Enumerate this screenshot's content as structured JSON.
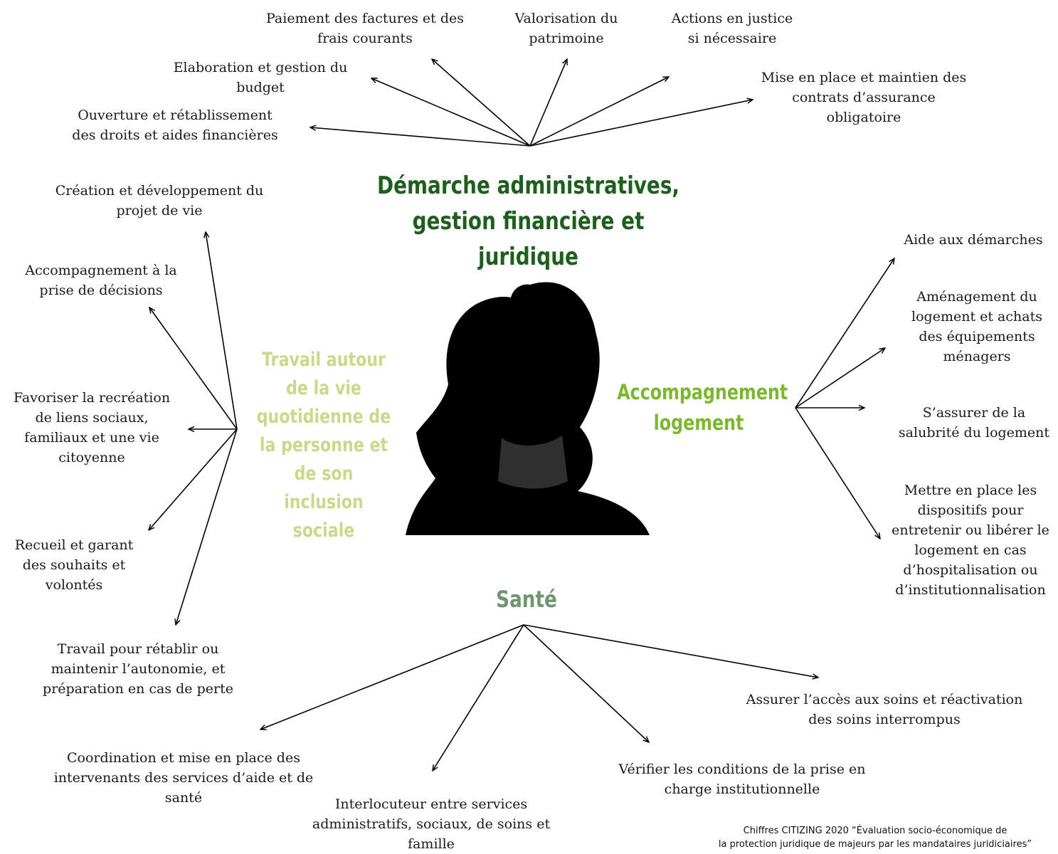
{
  "categories": {
    "admin": "Démarche administratives,\ngestion financière et juridique",
    "daily": "Travail autour\nde la vie\nquotidienne de\nla personne et\nde son inclusion\nsociale",
    "housing": "Accompagnement\nlogement",
    "health": "Santé"
  },
  "colors": {
    "admin": "#1e5f1e",
    "daily": "#c9d98a",
    "housing": "#7cb82e",
    "health": "#6f9670",
    "silhouette": "#000000",
    "neck_shadow": "#2f2f2f"
  },
  "admin_items": [
    "Paiement des factures et des\nfrais courants",
    "Valorisation du\npatrimoine",
    "Actions en justice\nsi nécessaire",
    "Elaboration et gestion du\nbudget",
    "Mise en place et maintien des\ncontrats d’assurance\nobligatoire",
    "Ouverture et rétablissement\ndes droits et aides financières"
  ],
  "daily_items": [
    "Création et développement du\nprojet de vie",
    "Accompagnement à la\nprise de décisions",
    "Favoriser la recréation\nde liens sociaux,\nfamiliaux et une vie\ncitoyenne",
    "Recueil et garant\ndes souhaits et\nvolontés",
    "Travail pour rétablir ou\nmaintenir l’autonomie, et\npréparation en cas de perte"
  ],
  "housing_items": [
    "Aide aux démarches",
    "Aménagement du\nlogement et achats\ndes équipements\nménagers",
    "S’assurer de la\nsalubrité du logement",
    "Mettre en place les\ndispositifs pour\nentretenir ou libérer le\nlogement en cas\nd’hospitalisation ou\nd’institutionnalisation"
  ],
  "health_items": [
    "Assurer l’accès aux soins et réactivation\ndes soins interrompus",
    "Coordination et mise en place des\nintervenants des services d’aide et de\nsanté",
    "Vérifier les conditions de la prise en\ncharge institutionnelle",
    "Interlocuteur entre services\nadministratifs, sociaux, de soins et\nfamille"
  ],
  "footnote": "Chiffres CITIZING 2020 “Évaluation socio-économique de\nla protection juridique de majeurs par les mandataires juridiciaires”"
}
